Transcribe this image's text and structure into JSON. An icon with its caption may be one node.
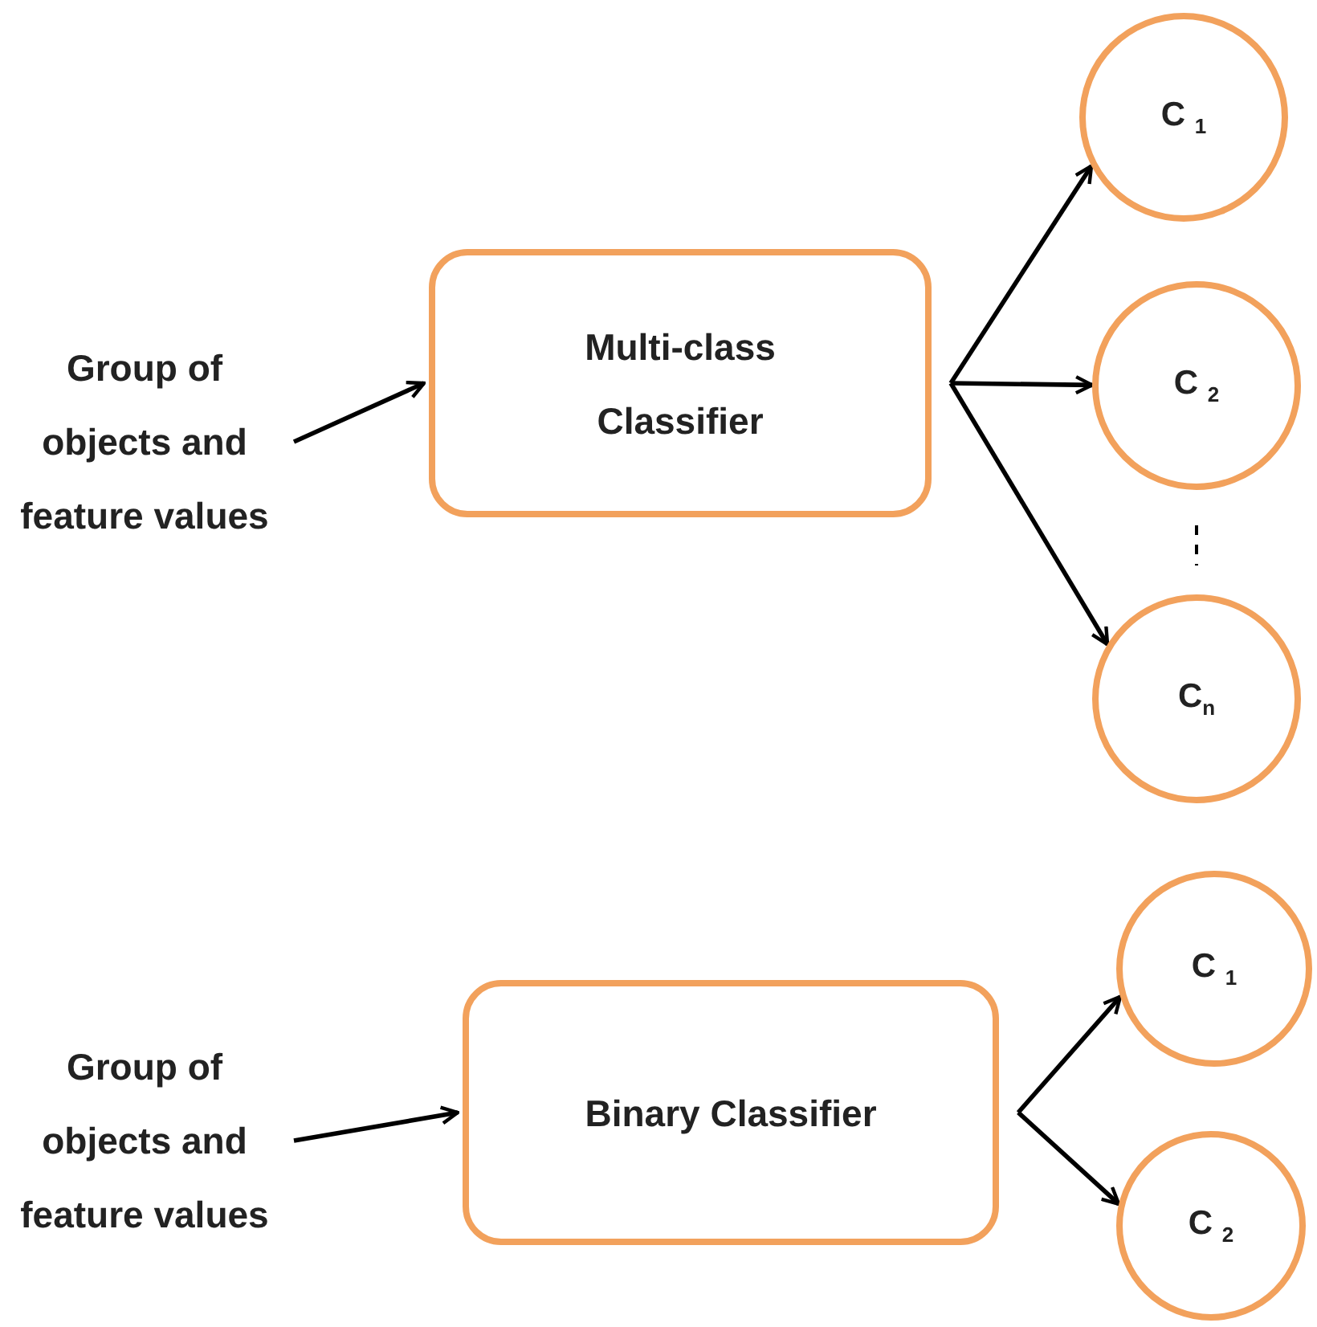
{
  "diagram": {
    "nodes": [
      {
        "text": [
          "Group of objects and feature values"
        ]
      },
      {
        "text": [
          "Multi-class Classifier"
        ]
      },
      {
        "text": [
          "C $_{1}$"
        ]
      },
      {
        "text": [
          "C $_{2}$"
        ]
      },
      {
        "text": [
          "C$_{n}$"
        ]
      },
      {
        "text": [
          "Group of objects and feature values"
        ]
      },
      {
        "text": [
          "Binary Classifier"
        ]
      },
      {
        "text": [
          "C $_{1}$"
        ]
      },
      {
        "text": [
          "C $_{2}$"
        ]
      }
    ],
    "edges": [
      {
        "from": 0,
        "to": 1,
        "arrow": "to"
      },
      {
        "from": 1,
        "to": 2,
        "arrow": "to"
      },
      {
        "from": 1,
        "to": 3,
        "arrow": "to"
      },
      {
        "from": 1,
        "to": 4,
        "arrow": "to"
      },
      {
        "from": 3,
        "to": 4,
        "arrow": "none",
        "style": "dashed"
      },
      {
        "from": 5,
        "to": 6,
        "arrow": "to"
      },
      {
        "from": 6,
        "to": 7,
        "arrow": "to"
      },
      {
        "from": 6,
        "to": 8,
        "arrow": "to"
      }
    ]
  }
}
